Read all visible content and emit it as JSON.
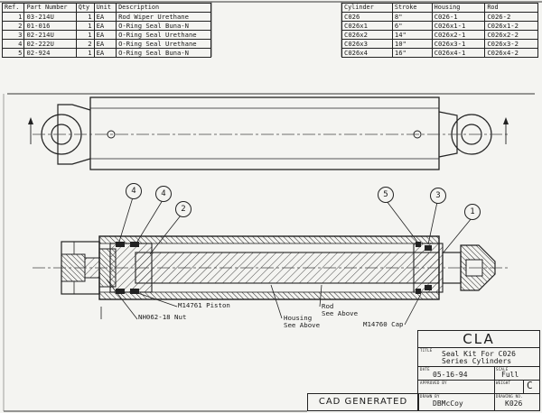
{
  "parts_table": {
    "headers": [
      "Ref.",
      "Part Number",
      "Qty",
      "Unit",
      "Description"
    ],
    "rows": [
      [
        "1",
        "03-214U",
        "1",
        "EA",
        "Rod Wiper Urethane"
      ],
      [
        "2",
        "01-016",
        "1",
        "EA",
        "O-Ring Seal Buna-N"
      ],
      [
        "3",
        "02-214U",
        "1",
        "EA",
        "O-Ring Seal Urethane"
      ],
      [
        "4",
        "02-222U",
        "2",
        "EA",
        "O-Ring Seal Urethane"
      ],
      [
        "5",
        "02-924",
        "1",
        "EA",
        "O-Ring Seal Buna-N"
      ]
    ]
  },
  "sizes_table": {
    "headers": [
      "Cylinder",
      "Stroke",
      "Housing",
      "Rod"
    ],
    "rows": [
      [
        "C026",
        "8\"",
        "C026-1",
        "C026-2"
      ],
      [
        "C026x1",
        "6\"",
        "C026x1-1",
        "C026x1-2"
      ],
      [
        "C026x2",
        "14\"",
        "C026x2-1",
        "C026x2-2"
      ],
      [
        "C026x3",
        "10\"",
        "C026x3-1",
        "C026x3-2"
      ],
      [
        "C026x4",
        "16\"",
        "C026x4-1",
        "C026x4-2"
      ]
    ]
  },
  "callouts": {
    "c4a": "4",
    "c4b": "4",
    "c2": "2",
    "c5": "5",
    "c3": "3",
    "c1": "1"
  },
  "labels": {
    "piston": "M14761 Piston",
    "nut": "NH062-18 Nut",
    "rod_line1": "Rod",
    "rod_line2": "See Above",
    "housing_line1": "Housing",
    "housing_line2": "See Above",
    "cap": "M14760 Cap"
  },
  "title_block": {
    "company": "CLA",
    "title_caption": "TITLE",
    "title_line1": "Seal Kit For C026",
    "title_line2": "Series Cylinders",
    "date_caption": "DATE",
    "date": "05-16-94",
    "scale_caption": "SCALE",
    "scale": "Full",
    "approved_caption": "APPROVED BY",
    "weight_caption": "WEIGHT",
    "revision": "C",
    "drawn_caption": "DRAWN BY",
    "drawn_by": "DBMcCoy",
    "drawing_no_caption": "DRAWING NO.",
    "drawing_no": "K026"
  },
  "cad_stamp": "CAD GENERATED"
}
